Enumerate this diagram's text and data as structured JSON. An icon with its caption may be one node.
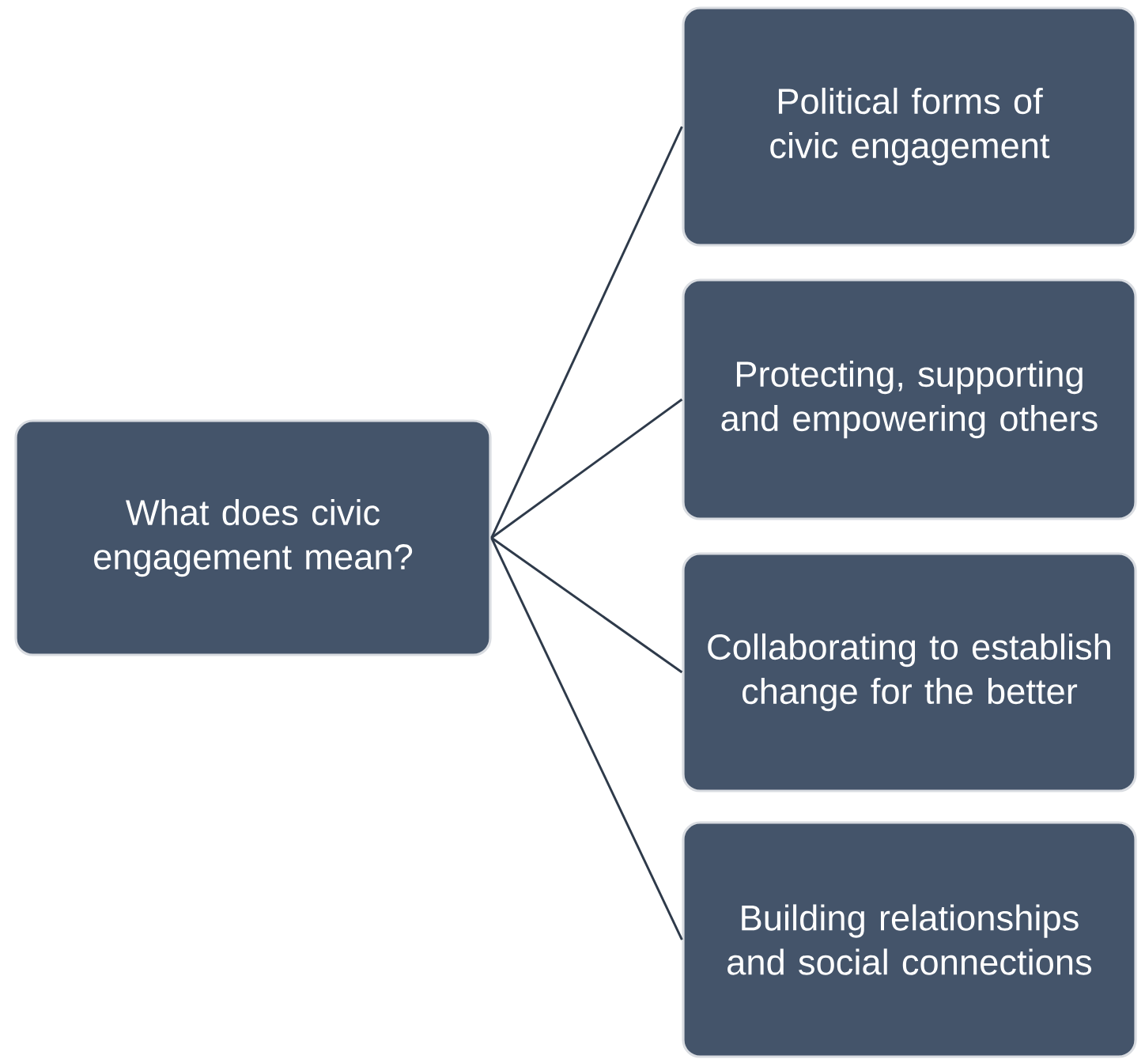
{
  "diagram": {
    "nodes": [
      {
        "text": [
          "What does civic engagement mean?"
        ]
      },
      {
        "text": [
          "Political forms of civic engagement"
        ]
      },
      {
        "text": [
          "Protecting, supporting and empowering others"
        ]
      },
      {
        "text": [
          "Collaborating to establish change for the better"
        ]
      },
      {
        "text": [
          "Building relationships and social connections"
        ]
      }
    ],
    "edges": [
      {
        "from": 0,
        "to": 1,
        "arrow": "none"
      },
      {
        "from": 0,
        "to": 2,
        "arrow": "none"
      },
      {
        "from": 0,
        "to": 3,
        "arrow": "none"
      },
      {
        "from": 0,
        "to": 4,
        "arrow": "none"
      }
    ]
  }
}
